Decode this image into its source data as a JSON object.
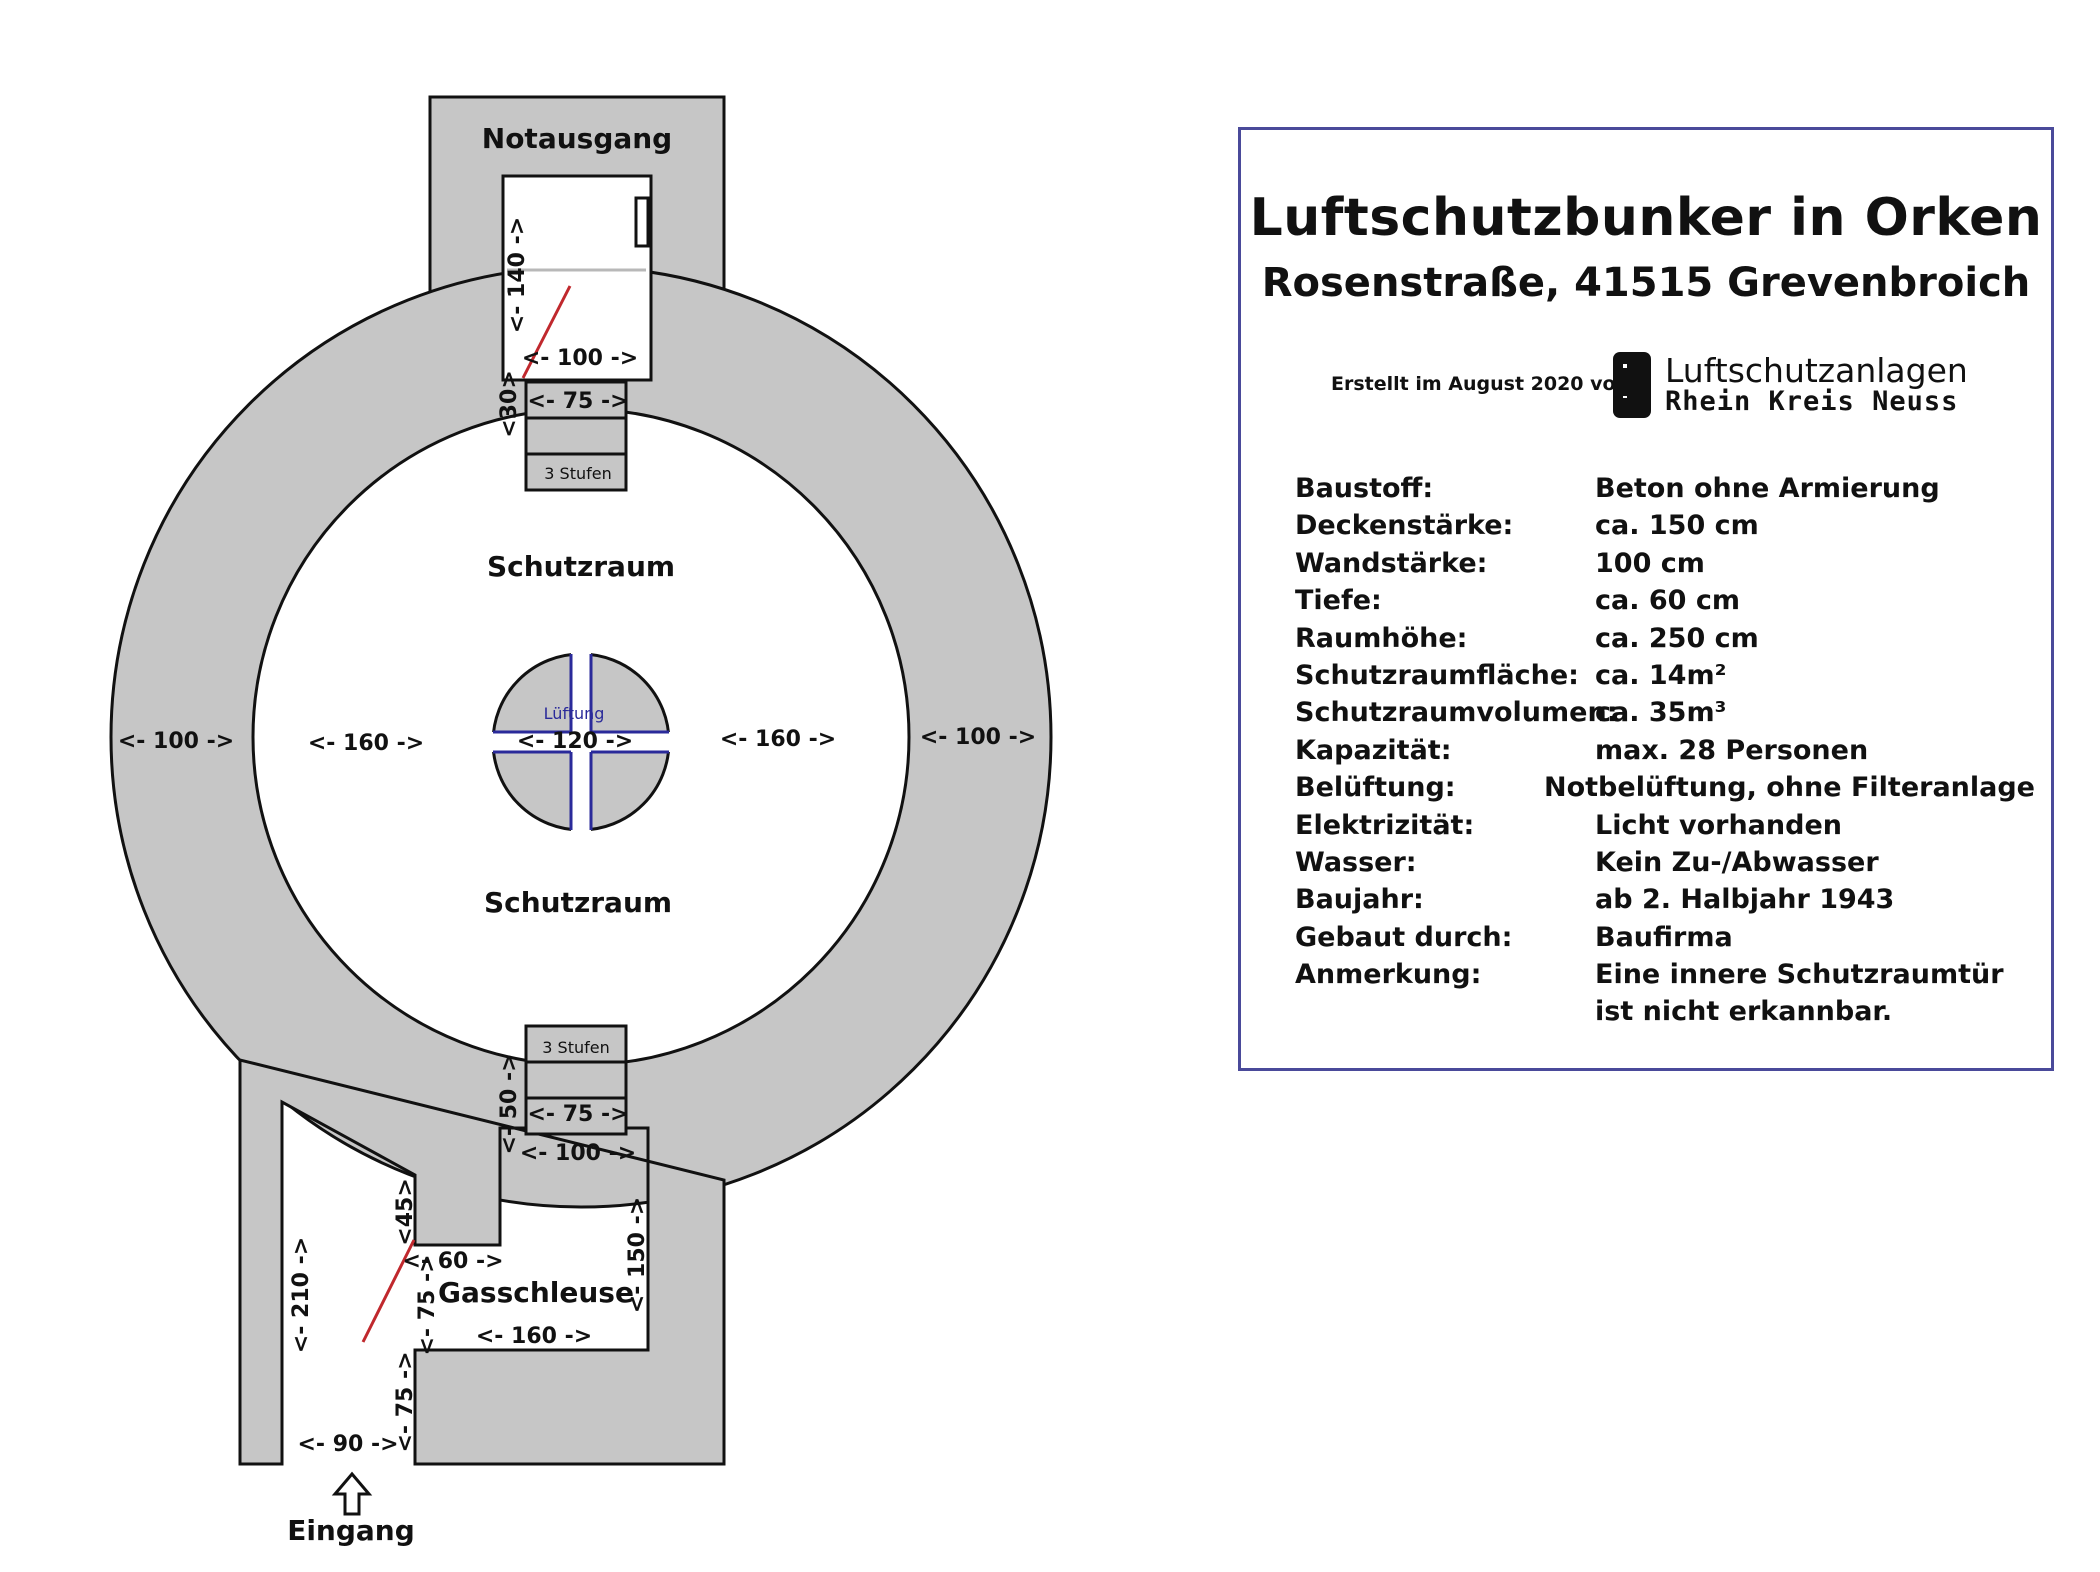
{
  "plan": {
    "labels": {
      "notausgang": "Notausgang",
      "schutzraum_top": "Schutzraum",
      "schutzraum_bottom": "Schutzraum",
      "lueftung": "Lüftung",
      "gasschleuse": "Gasschleuse",
      "eingang": "Eingang",
      "stufen_top": "3 Stufen",
      "stufen_bottom": "3 Stufen"
    },
    "dimensions": {
      "ring_left": "<- 100 ->",
      "ring_right": "<- 100 ->",
      "room_left": "<- 160 ->",
      "room_right": "<- 160 ->",
      "lueftung_width": "<- 120 ->",
      "notausgang_height": "<- 140 ->",
      "notausgang_width": "<- 100 ->",
      "top_step_width": "<- 75 ->",
      "top_step_depth": "<30>",
      "bottom_step_depth": "<- 50 ->",
      "bottom_step_width": "<- 75 ->",
      "schleuse_top": "<- 100 ->",
      "schleuse_right": "<- 150 ->",
      "schleuse_bottom": "<- 160 ->",
      "schleuse_notch_width": "<- 60 ->",
      "schleuse_door": "<- 75 ->",
      "notch": "<45>",
      "corridor_length": "<- 210 ->",
      "entrance_width": "<- 90 ->",
      "entrance_wall": "<- 75 ->"
    },
    "colors": {
      "wall": "#c6c6c6",
      "outline": "#111111",
      "door": "#c0282d",
      "vent": "#2a2a9a"
    }
  },
  "info": {
    "title": "Luftschutzbunker in Orken",
    "subtitle": "Rosenstraße, 41515 Grevenbroich",
    "credit": "Erstellt im August 2020 von:",
    "logo_line1": "Luftschutzanlagen",
    "logo_line2": "Rhein Kreis Neuss",
    "facts": [
      {
        "key": "Baustoff:",
        "value": "Beton ohne Armierung"
      },
      {
        "key": "Deckenstärke:",
        "value": "ca. 150 cm"
      },
      {
        "key": "Wandstärke:",
        "value": "100 cm"
      },
      {
        "key": "Tiefe:",
        "value": "ca. 60 cm"
      },
      {
        "key": "Raumhöhe:",
        "value": "ca. 250 cm"
      },
      {
        "key": "Schutzraumfläche:",
        "value": "ca. 14m²"
      },
      {
        "key": "Schutzraumvolumen:",
        "value": "ca. 35m³"
      },
      {
        "key": "Kapazität:",
        "value": "max. 28 Personen"
      },
      {
        "key": "Belüftung:",
        "value": "Notbelüftung, ohne Filteranlage"
      },
      {
        "key": "Elektrizität:",
        "value": "Licht vorhanden"
      },
      {
        "key": "Wasser:",
        "value": "Kein Zu-/Abwasser"
      },
      {
        "key": "Baujahr:",
        "value": "ab 2. Halbjahr 1943"
      },
      {
        "key": "Gebaut durch:",
        "value": "Baufirma"
      },
      {
        "key": "Anmerkung:",
        "value": "Eine innere Schutzraumtür"
      },
      {
        "key": "",
        "value": "ist nicht erkannbar."
      }
    ],
    "border_color": "#4a4a9a"
  }
}
